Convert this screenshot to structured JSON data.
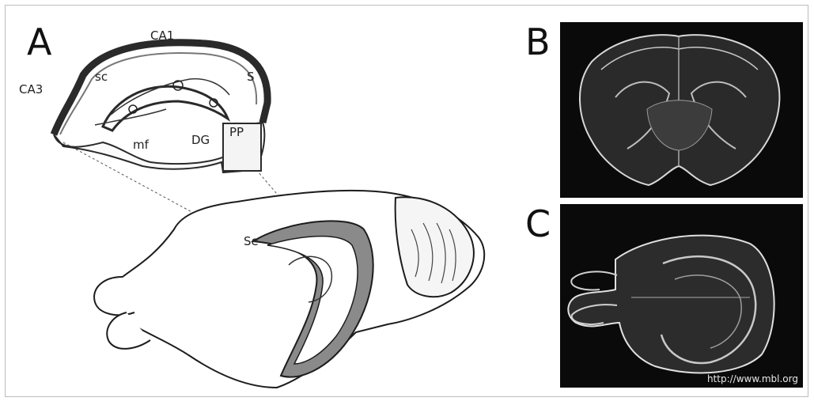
{
  "panels": {
    "a": {
      "letter": "A"
    },
    "b": {
      "letter": "B"
    },
    "c": {
      "letter": "C",
      "credit": "http://www.mbl.org"
    }
  },
  "hippocampus_labels": {
    "ca1": "CA1",
    "ca3": "CA3",
    "s": "S",
    "dg": "DG",
    "pp": "PP",
    "mf": "mf",
    "sc": "sc",
    "se": "Se"
  }
}
